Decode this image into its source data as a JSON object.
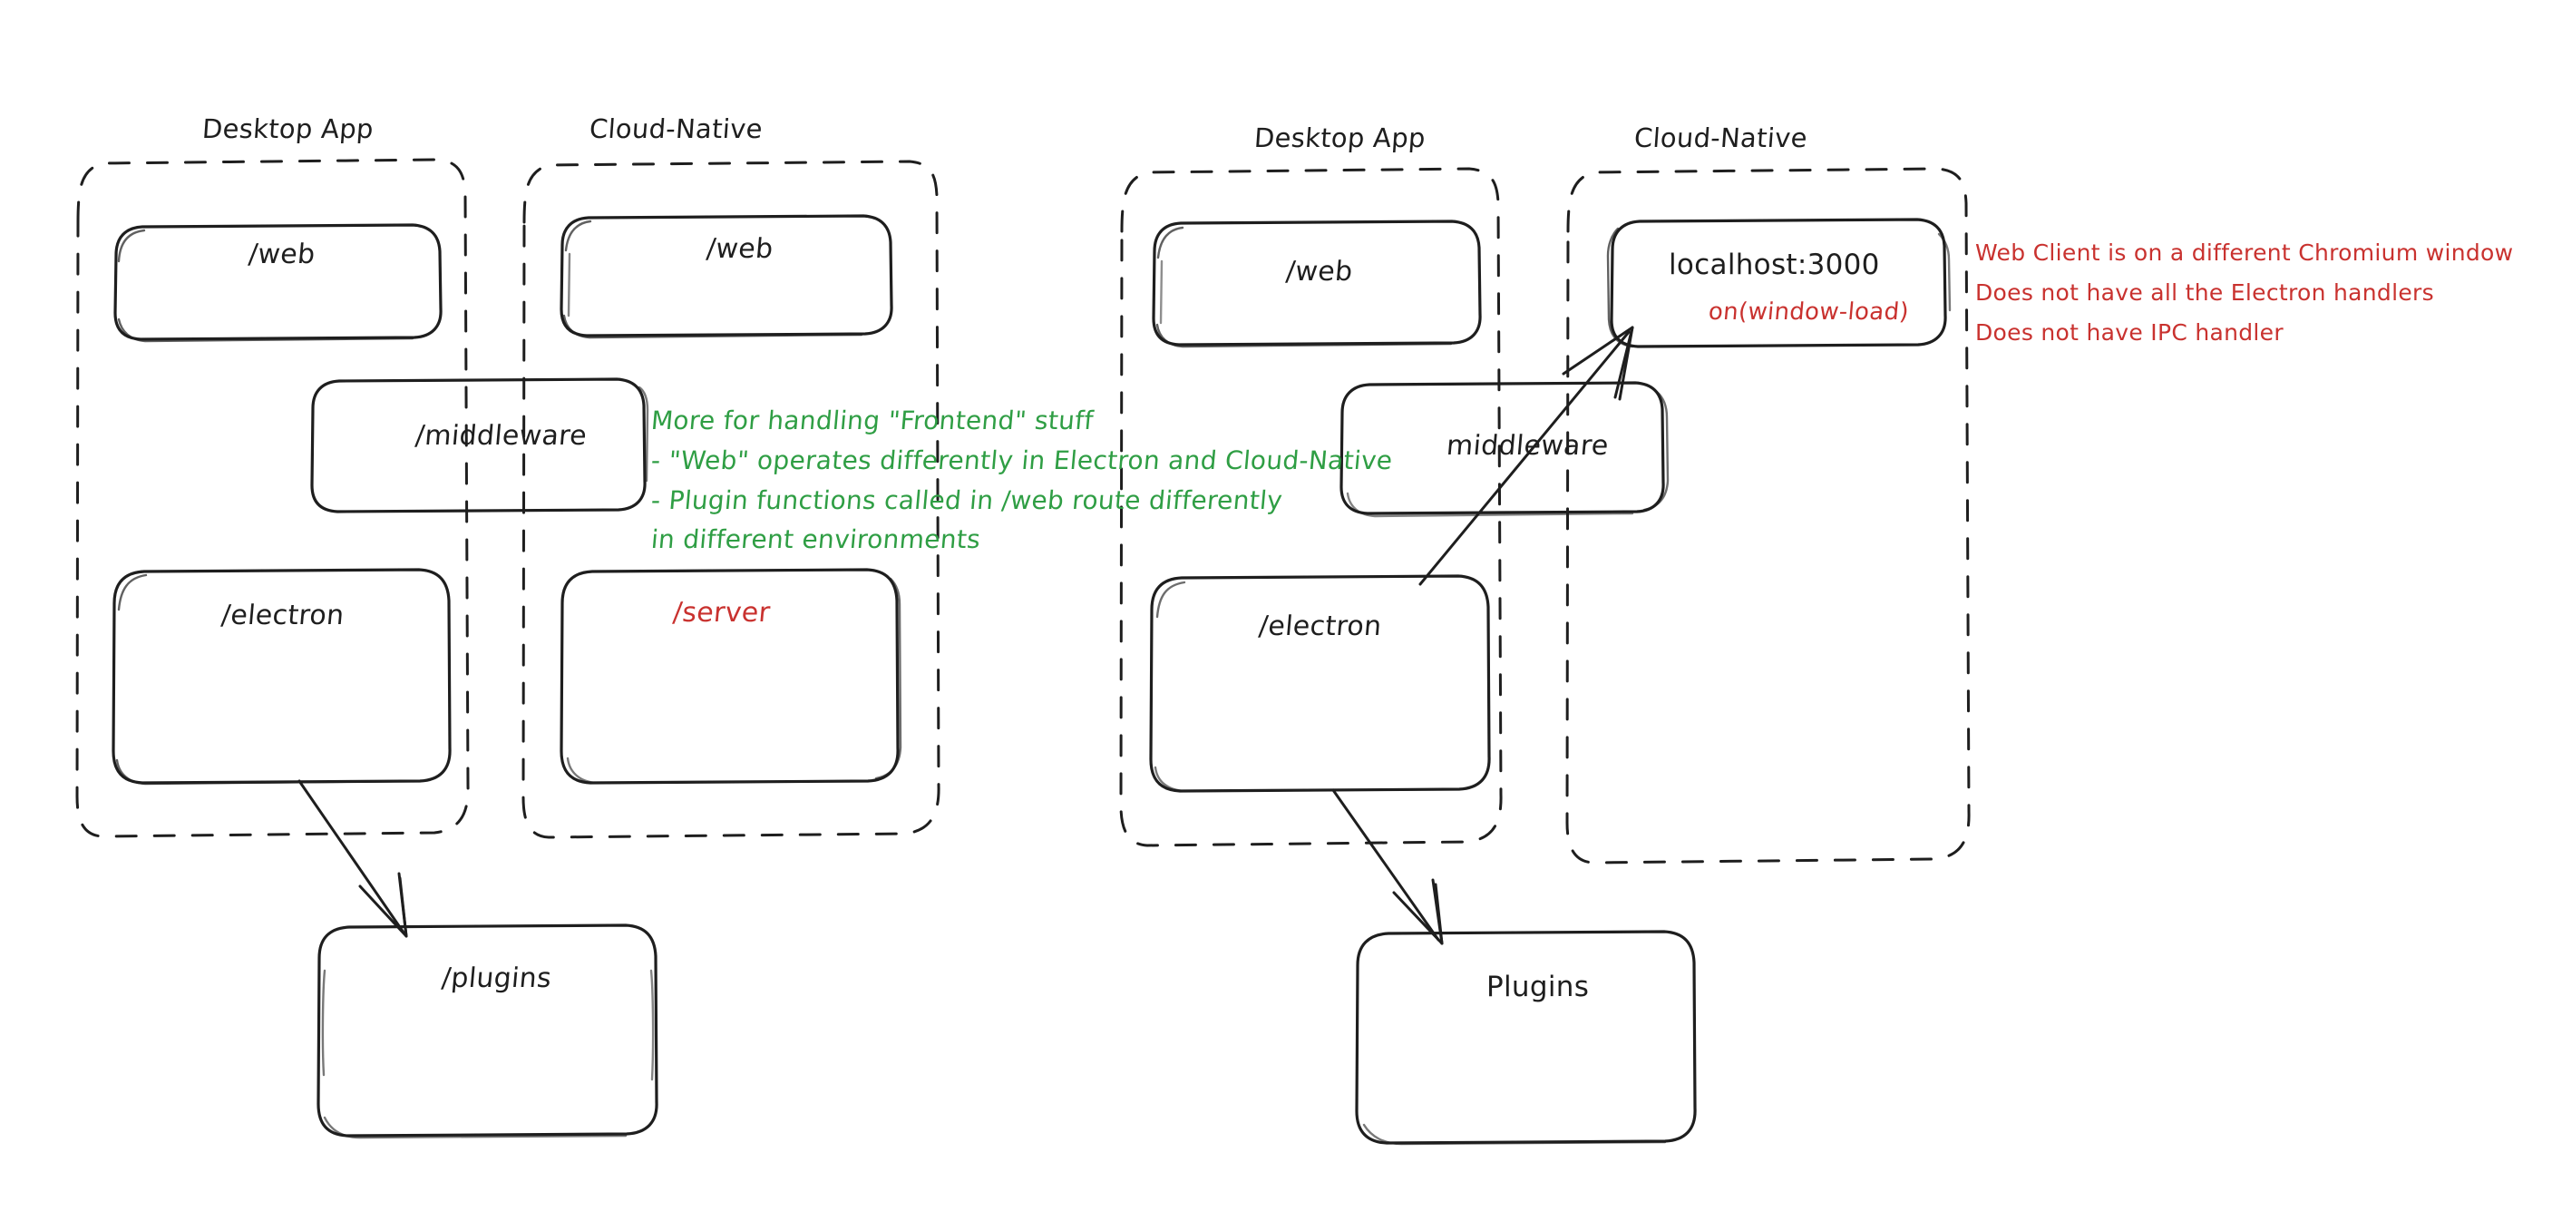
{
  "diagram": {
    "title": "Desktop App vs Cloud-Native architecture comparison",
    "colors": {
      "ink": "#1e1e1e",
      "green": "#2f9e44",
      "red": "#c9322f",
      "background": "#ffffff"
    }
  },
  "left_panel": {
    "groups": [
      {
        "id": "left-desktop",
        "label": "Desktop App"
      },
      {
        "id": "left-cloud",
        "label": "Cloud-Native"
      }
    ],
    "nodes": [
      {
        "id": "left-desktop-web",
        "label": "/web",
        "color": "#1e1e1e"
      },
      {
        "id": "left-cloud-web",
        "label": "/web",
        "color": "#1e1e1e"
      },
      {
        "id": "left-middleware",
        "label": "/middleware",
        "color": "#1e1e1e"
      },
      {
        "id": "left-electron",
        "label": "/electron",
        "color": "#1e1e1e"
      },
      {
        "id": "left-server",
        "label": "/server",
        "color": "#c9322f"
      },
      {
        "id": "left-plugins",
        "label": "/plugins",
        "color": "#1e1e1e"
      }
    ],
    "note_green": {
      "lines": [
        "More for handling \"Frontend\" stuff",
        "- \"Web\" operates differently in Electron and Cloud-Native",
        "- Plugin functions called in /web route differently",
        "in different environments"
      ]
    },
    "edges": [
      {
        "from": "left-electron",
        "to": "left-plugins"
      }
    ]
  },
  "right_panel": {
    "groups": [
      {
        "id": "right-desktop",
        "label": "Desktop App"
      },
      {
        "id": "right-cloud",
        "label": "Cloud-Native"
      }
    ],
    "nodes": [
      {
        "id": "right-desktop-web",
        "label": "/web",
        "color": "#1e1e1e"
      },
      {
        "id": "right-localhost",
        "label": "localhost:3000",
        "sublabel": "on(window-load)",
        "color": "#1e1e1e",
        "sublabel_color": "#c9322f"
      },
      {
        "id": "right-middleware",
        "label": "middleware",
        "color": "#1e1e1e"
      },
      {
        "id": "right-electron",
        "label": "/electron",
        "color": "#1e1e1e"
      },
      {
        "id": "right-plugins",
        "label": "Plugins",
        "color": "#1e1e1e"
      }
    ],
    "note_red": {
      "lines": [
        "Web Client is on a different Chromium window",
        "Does not have all the Electron handlers",
        "Does not have IPC handler"
      ]
    },
    "edges": [
      {
        "from": "right-electron",
        "to": "right-localhost"
      },
      {
        "from": "right-electron",
        "to": "right-plugins"
      }
    ]
  }
}
